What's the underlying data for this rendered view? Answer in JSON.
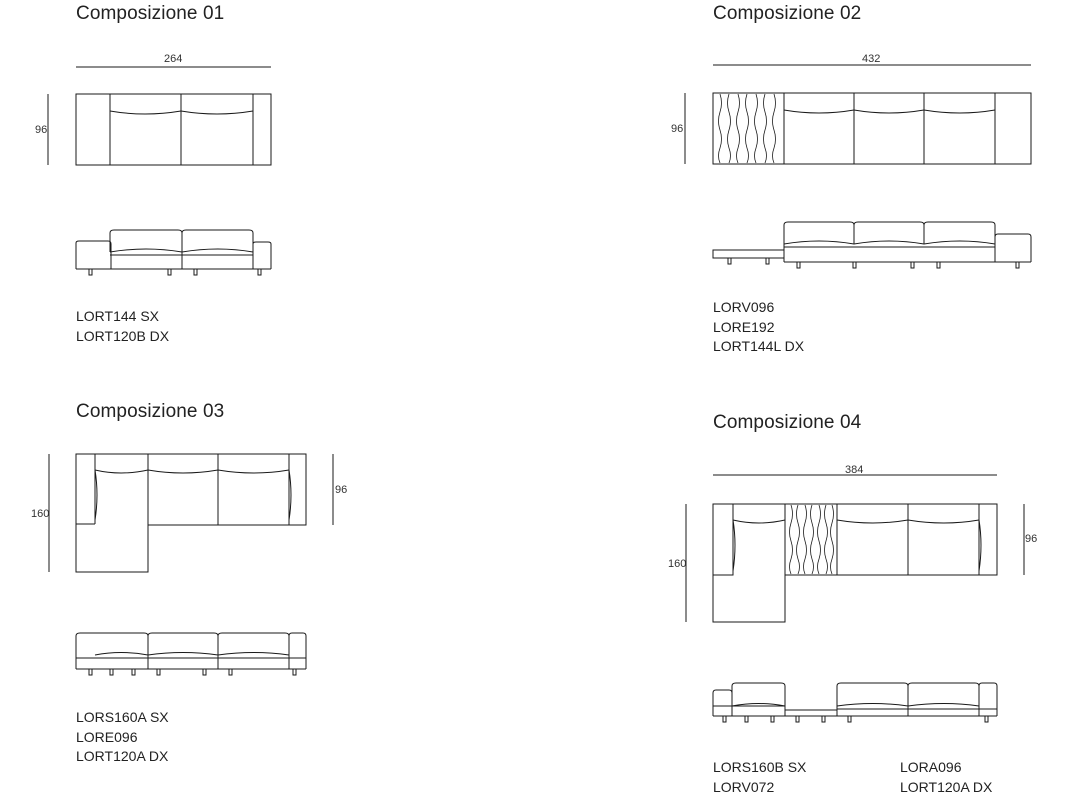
{
  "compositions": [
    {
      "title": "Composizione 01",
      "width_label": "264",
      "depth_label": "96",
      "codes": [
        "LORT144 SX",
        "LORT120B DX"
      ]
    },
    {
      "title": "Composizione 02",
      "width_label": "432",
      "depth_label": "96",
      "codes": [
        "LORV096",
        "LORE192",
        "LORT144L DX"
      ]
    },
    {
      "title": "Composizione 03",
      "depth_label": "96",
      "chaise_depth_label": "160",
      "codes": [
        "LORS160A SX",
        "LORE096",
        "LORT120A DX"
      ]
    },
    {
      "title": "Composizione 04",
      "width_label": "384",
      "depth_label": "96",
      "chaise_depth_label": "160",
      "codes": [
        "LORS160B SX",
        "LORV072",
        "LORA096",
        "LORT120A DX"
      ]
    }
  ],
  "colors": {
    "line": "#1a1a1a",
    "text": "#222222"
  }
}
